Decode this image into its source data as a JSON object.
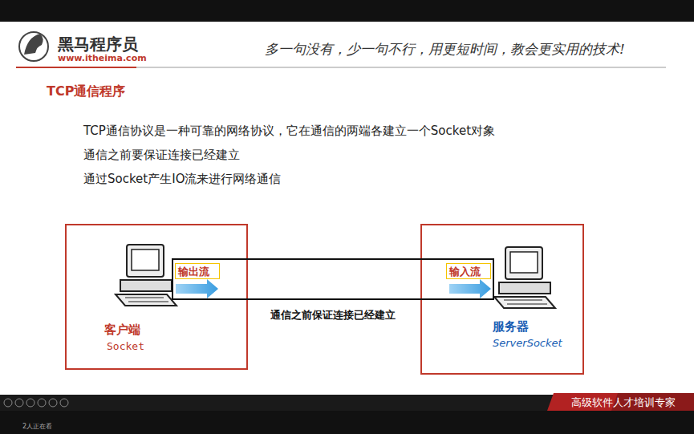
{
  "diagram": {
    "title": "TCP通信程序",
    "nodes": [
      {
        "text": [
          "客户端",
          "Socket"
        ]
      },
      {
        "text": [
          "通信之前保证连接已经建立"
        ]
      },
      {
        "text": [
          "输出流"
        ],
        "in": 1
      },
      {
        "text": [
          "输入流"
        ],
        "in": 1
      },
      {
        "text": [
          "服务器",
          "ServerSocket"
        ]
      }
    ],
    "labels": [
      "黑马程序员",
      "www.itheima.com",
      "多一句没有，少一句不行，用更短时间，教会更实用的技术!",
      "TCP通信协议是一种可靠的网络协议，它在通信的两端各建立一个Socket对象",
      "通信之前要保证连接已经建立",
      "通过Socket产生IO流来进行网络通信",
      "高级软件人才培训专家",
      "2人正在看"
    ]
  }
}
